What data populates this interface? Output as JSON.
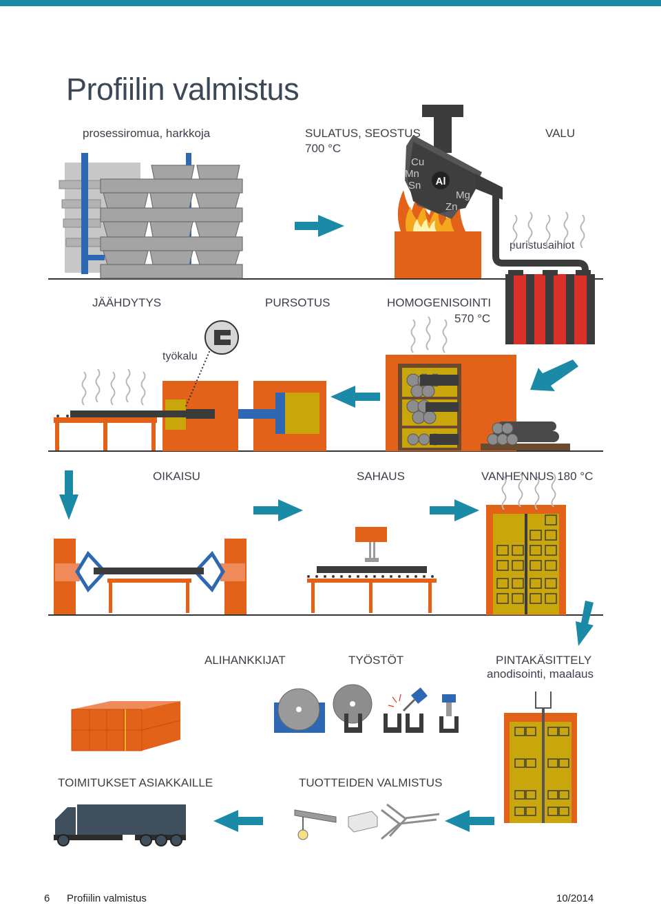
{
  "title": "Profiilin valmistus",
  "row1": {
    "scrap_label": "prosessiromua, harkkoja",
    "melting_label": "SULATUS, SEOSTUS",
    "melting_temp": "700 °C",
    "casting_label": "VALU",
    "billets_label": "puristusaihiot",
    "alloy_elements": {
      "cu": "Cu",
      "mn": "Mn",
      "sn": "Sn",
      "al": "Al",
      "mg": "Mg",
      "zn": "Zn"
    }
  },
  "row2": {
    "cooling_label": "JÄÄHDYTYS",
    "extrusion_label": "PURSOTUS",
    "homogenizing_label": "HOMOGENISOINTI",
    "homogenizing_temp": "570 °C",
    "tool_label": "työkalu"
  },
  "row3": {
    "straightening_label": "OIKAISU",
    "sawing_label": "SAHAUS",
    "ageing_label": "VANHENNUS 180 °C"
  },
  "row4": {
    "subcontractors_label": "ALIHANKKIJAT",
    "machining_label": "TYÖSTÖT",
    "surface_label": "PINTAKÄSITTELY",
    "surface_sub": "anodisointi, maalaus"
  },
  "row5": {
    "deliveries_label": "TOIMITUKSET ASIAKKAILLE",
    "products_label": "TUOTTEIDEN VALMISTUS"
  },
  "footer": {
    "page_number": "6",
    "section": "Profiilin valmistus",
    "date": "10/2014"
  },
  "colors": {
    "orange": "#e2621a",
    "teal": "#1a8aa6",
    "blue": "#2f68b2",
    "yellow": "#c8a60c",
    "red": "#d9312a",
    "dark": "#3b3b3b",
    "grey": "#9a9a9a"
  }
}
